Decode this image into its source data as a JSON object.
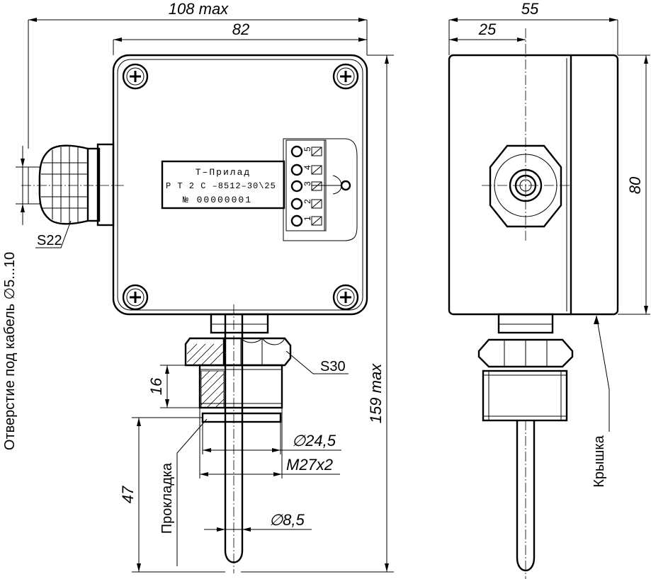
{
  "dimensions": {
    "width_max": "108 max",
    "width_body": "82",
    "depth_total": "55",
    "depth_offset": "25",
    "height_body": "80",
    "height_total": "159 max",
    "thread_length": "16",
    "probe_length": "47",
    "gasket_diameter": "∅24,5",
    "thread_size": "M27x2",
    "probe_diameter": "∅8,5"
  },
  "labels": {
    "gland_wrench": "S22",
    "nut_wrench": "S30",
    "cable_hole": "Отверстие под кабель ∅5...10",
    "gasket": "Прокладка",
    "cover": "Крышка"
  },
  "nameplate": {
    "maker": "Т–Прилад",
    "model": "Р Т 2 С –8512–30\\25",
    "serial": "№   00000001"
  },
  "terminals": [
    "5",
    "4",
    "3",
    "2",
    "1"
  ]
}
